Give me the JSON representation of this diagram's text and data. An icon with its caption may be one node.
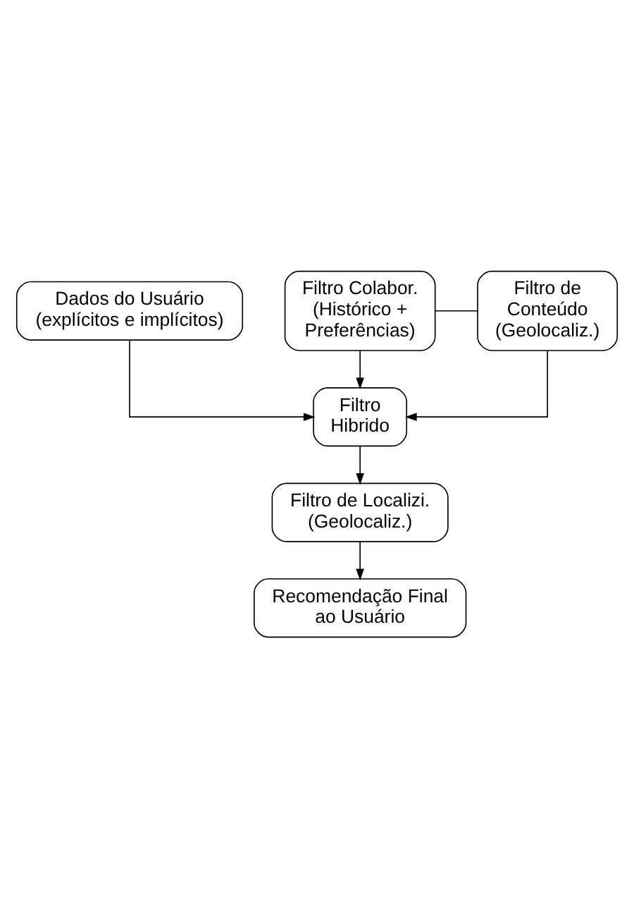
{
  "diagram": {
    "nodes": [
      {
        "text": [
          "Dados do Usuário",
          "(explícitos e implícitos)"
        ]
      },
      {
        "text": [
          "Filtro Colabor. (Histórico + Preferências)"
        ]
      },
      {
        "text": [
          "Filtro de Conteúdo (Geolocaliz.)"
        ]
      },
      {
        "text": [
          "Filtro Hibrido"
        ]
      },
      {
        "text": [
          "Filtro de Localizi.",
          "(Geolocaliz.)"
        ]
      },
      {
        "text": [
          "Recomendação Final ao Usuário"
        ]
      }
    ],
    "edges": [
      {
        "from": 0,
        "to": 3,
        "arrow": "to"
      },
      {
        "from": 1,
        "to": 2,
        "arrow": "none"
      },
      {
        "from": 1,
        "to": 3,
        "arrow": "to"
      },
      {
        "from": 2,
        "to": 3,
        "arrow": "to"
      },
      {
        "from": 3,
        "to": 4,
        "arrow": "to"
      },
      {
        "from": 4,
        "to": 5,
        "arrow": "to"
      }
    ]
  }
}
